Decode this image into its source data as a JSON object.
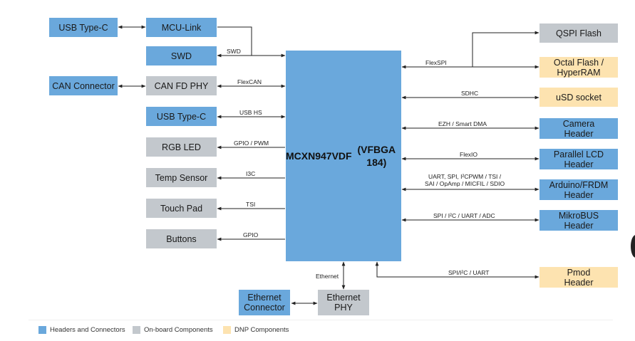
{
  "chip": {
    "line1": "MCXN947VDF",
    "line2": "(VFBGA 184)"
  },
  "left": {
    "usbc_ext": "USB Type-C",
    "mculink": "MCU-Link",
    "swd": "SWD",
    "can_conn": "CAN Connector",
    "canfd": "CAN FD PHY",
    "usbc": "USB Type-C",
    "rgb": "RGB LED",
    "temp": "Temp Sensor",
    "touch": "Touch Pad",
    "buttons": "Buttons"
  },
  "left_labels": {
    "swd": "SWD",
    "flexcan": "FlexCAN",
    "usbhs": "USB HS",
    "gpiopwm": "GPIO / PWM",
    "i3c": "I3C",
    "tsi": "TSI",
    "gpio": "GPIO"
  },
  "right": {
    "qspi": "QSPI Flash",
    "octal": "Octal Flash /\nHyperRAM",
    "usd": "uSD socket",
    "camera": "Camera\nHeader",
    "lcd": "Parallel LCD\nHeader",
    "arduino": "Arduino/FRDM\nHeader",
    "mikro": "MikroBUS\nHeader",
    "pmod": "Pmod\nHeader"
  },
  "right_labels": {
    "flexspi": "FlexSPI",
    "sdhc": "SDHC",
    "ezh": "EZH / Smart DMA",
    "flexio": "FlexIO",
    "arduino": "UART, SPI, I²CPWM / TSI /\nSAI / OpAmp / MICFIL / SDIO",
    "mikro": "SPI / I²C / UART / ADC",
    "pmod": "SPI/I²C / UART"
  },
  "bottom": {
    "eth_label": "Ethernet",
    "eth_phy": "Ethernet\nPHY",
    "eth_conn": "Ethernet\nConnector"
  },
  "legend": {
    "headers": "Headers and Connectors",
    "onboard": "On-board Components",
    "dnp": "DNP Components"
  },
  "colors": {
    "headers": "#6aa8dc",
    "onboard": "#c3c8cd",
    "dnp": "#fde3b0",
    "line": "#222222"
  }
}
